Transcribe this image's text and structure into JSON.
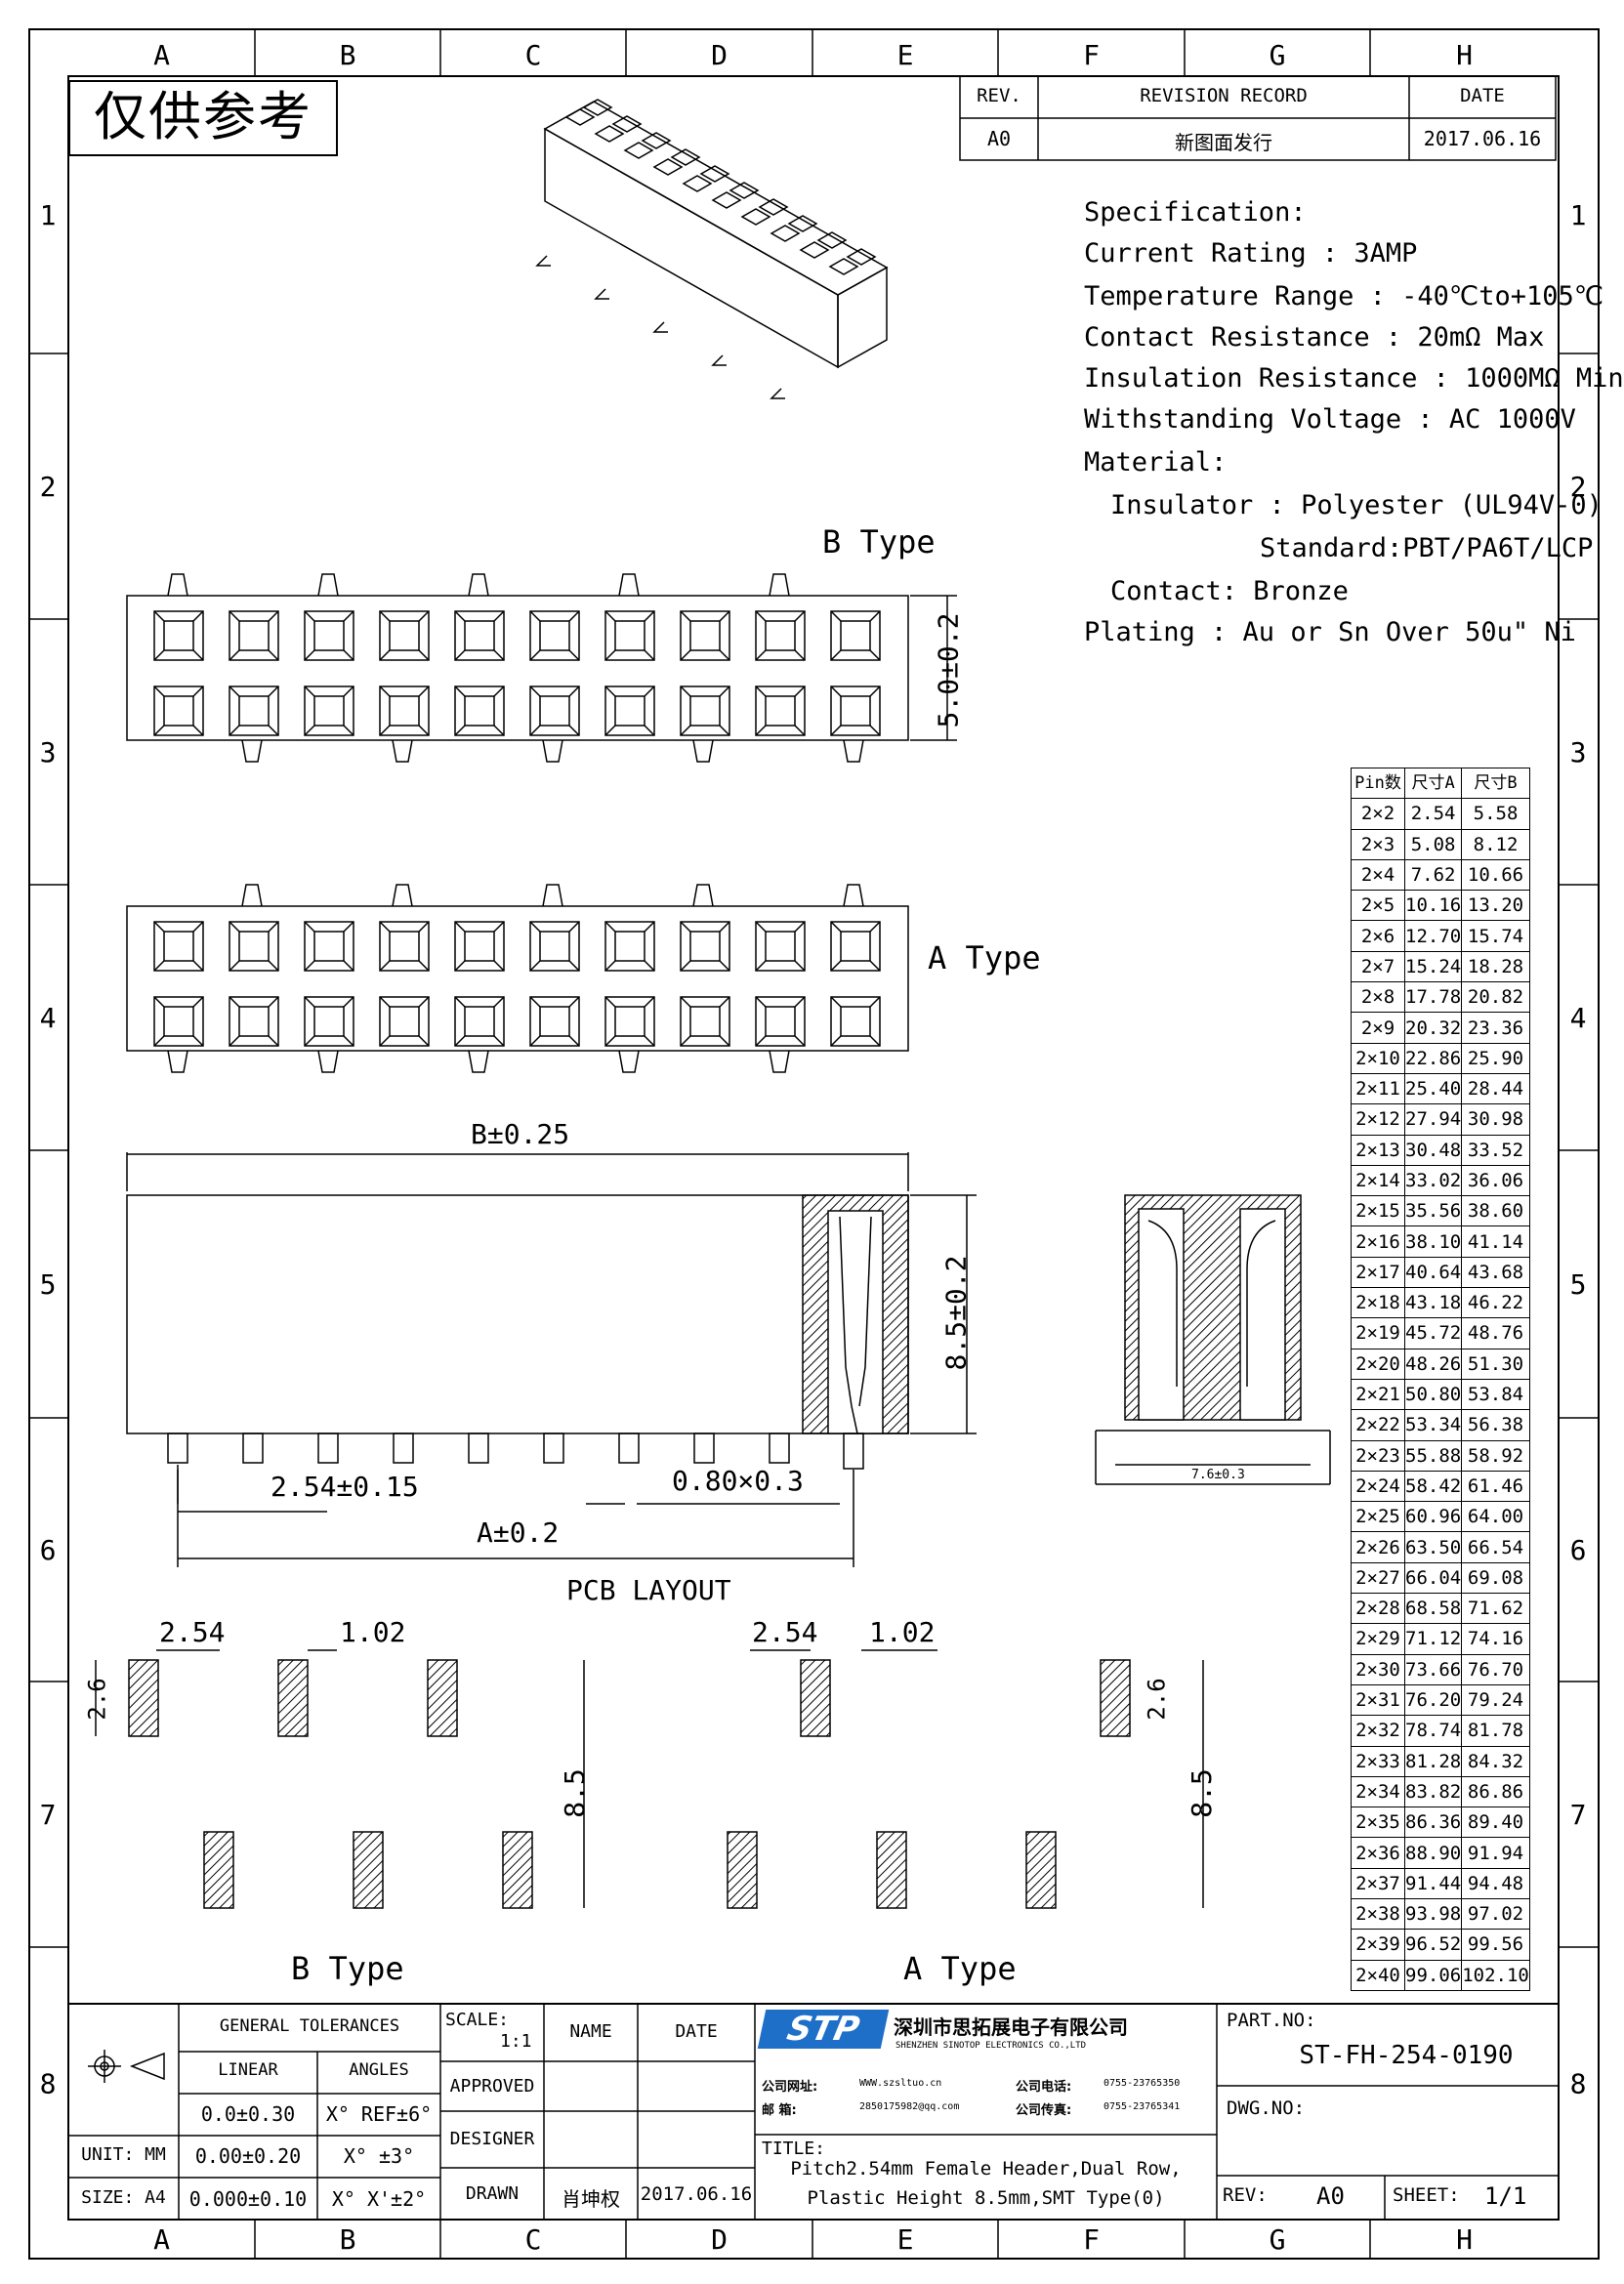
{
  "stamp": "仅供参考",
  "grid": {
    "columns": [
      "A",
      "B",
      "C",
      "D",
      "E",
      "F",
      "G",
      "H"
    ],
    "rows": [
      "1",
      "2",
      "3",
      "4",
      "5",
      "6",
      "7",
      "8"
    ]
  },
  "revision": {
    "rev_header": "REV.",
    "record_header": "REVISION RECORD",
    "date_header": "DATE",
    "rev": "A0",
    "record": "新图面发行",
    "date": "2017.06.16"
  },
  "specification": {
    "title": "Specification:",
    "current_rating": "Current Rating : 3AMP",
    "temperature_range": "Temperature Range : -40℃to+105℃",
    "contact_resistance": "Contact Resistance : 20mΩ Max",
    "insulation_resistance": "Insulation Resistance : 1000MΩ Min",
    "withstanding_voltage": "Withstanding Voltage : AC 1000V",
    "material": "Material:",
    "insulator": "Insulator : Polyester (UL94V-0)",
    "standard": "Standard:PBT/PA6T/LCP",
    "contact": "Contact: Bronze",
    "plating": "Plating : Au or Sn Over 50u\" Ni"
  },
  "views": {
    "b_type": "B Type",
    "a_type": "A Type",
    "height_tol": "5.0±0.2",
    "b_dim": "B±0.25",
    "height_dim": "8.5±0.2",
    "pitch_dim": "2.54±0.15",
    "pin_dim": "0.80×0.3",
    "a_dim": "A±0.2",
    "side_width": "7.6±0.3"
  },
  "pcb": {
    "title": "PCB LAYOUT",
    "pitch": "2.54",
    "pad_width": "1.02",
    "pad_length": "2.6",
    "row_spacing": "8.5",
    "b_type": "B Type",
    "a_type": "A Type"
  },
  "dimension_table": {
    "headers": [
      "Pin数",
      "尺寸A",
      "尺寸B"
    ],
    "rows": [
      [
        "2×2",
        "2.54",
        "5.58"
      ],
      [
        "2×3",
        "5.08",
        "8.12"
      ],
      [
        "2×4",
        "7.62",
        "10.66"
      ],
      [
        "2×5",
        "10.16",
        "13.20"
      ],
      [
        "2×6",
        "12.70",
        "15.74"
      ],
      [
        "2×7",
        "15.24",
        "18.28"
      ],
      [
        "2×8",
        "17.78",
        "20.82"
      ],
      [
        "2×9",
        "20.32",
        "23.36"
      ],
      [
        "2×10",
        "22.86",
        "25.90"
      ],
      [
        "2×11",
        "25.40",
        "28.44"
      ],
      [
        "2×12",
        "27.94",
        "30.98"
      ],
      [
        "2×13",
        "30.48",
        "33.52"
      ],
      [
        "2×14",
        "33.02",
        "36.06"
      ],
      [
        "2×15",
        "35.56",
        "38.60"
      ],
      [
        "2×16",
        "38.10",
        "41.14"
      ],
      [
        "2×17",
        "40.64",
        "43.68"
      ],
      [
        "2×18",
        "43.18",
        "46.22"
      ],
      [
        "2×19",
        "45.72",
        "48.76"
      ],
      [
        "2×20",
        "48.26",
        "51.30"
      ],
      [
        "2×21",
        "50.80",
        "53.84"
      ],
      [
        "2×22",
        "53.34",
        "56.38"
      ],
      [
        "2×23",
        "55.88",
        "58.92"
      ],
      [
        "2×24",
        "58.42",
        "61.46"
      ],
      [
        "2×25",
        "60.96",
        "64.00"
      ],
      [
        "2×26",
        "63.50",
        "66.54"
      ],
      [
        "2×27",
        "66.04",
        "69.08"
      ],
      [
        "2×28",
        "68.58",
        "71.62"
      ],
      [
        "2×29",
        "71.12",
        "74.16"
      ],
      [
        "2×30",
        "73.66",
        "76.70"
      ],
      [
        "2×31",
        "76.20",
        "79.24"
      ],
      [
        "2×32",
        "78.74",
        "81.78"
      ],
      [
        "2×33",
        "81.28",
        "84.32"
      ],
      [
        "2×34",
        "83.82",
        "86.86"
      ],
      [
        "2×35",
        "86.36",
        "89.40"
      ],
      [
        "2×36",
        "88.90",
        "91.94"
      ],
      [
        "2×37",
        "91.44",
        "94.48"
      ],
      [
        "2×38",
        "93.98",
        "97.02"
      ],
      [
        "2×39",
        "96.52",
        "99.56"
      ],
      [
        "2×40",
        "99.06",
        "102.10"
      ]
    ]
  },
  "title_block": {
    "general_tolerances": "GENERAL TOLERANCES",
    "linear": "LINEAR",
    "angles": "ANGLES",
    "tol_lin_1": "0.0±0.30",
    "tol_ang_1": "X° REF±6°",
    "unit": "UNIT: MM",
    "tol_lin_2": "0.00±0.20",
    "tol_ang_2": "X° ±3°",
    "size": "SIZE: A4",
    "tol_lin_3": "0.000±0.10",
    "tol_ang_3": "X° X'±2°",
    "scale_label": "SCALE:",
    "scale_value": "1:1",
    "name": "NAME",
    "date": "DATE",
    "approved": "APPROVED",
    "designer": "DESIGNER",
    "drawn": "DRAWN",
    "drawn_name": "肖坤权",
    "drawn_date": "2017.06.16",
    "logo": "STP",
    "company_cn": "深圳市思拓展电子有限公司",
    "company_en": "SHENZHEN SINOTOP ELECTRONICS CO.,LTD",
    "website_label": "公司网址:",
    "website": "WWW.szsltuo.cn",
    "email_label": "邮    箱:",
    "email": "2850175982@qq.com",
    "phone_label": "公司电话:",
    "phone": "0755-23765350",
    "fax_label": "公司传真:",
    "fax": "0755-23765341",
    "title_label": "TITLE:",
    "title_line1": "Pitch2.54mm Female Header,Dual Row,",
    "title_line2": "Plastic Height 8.5mm,SMT Type(0)",
    "part_no_label": "PART.NO:",
    "part_no": "ST-FH-254-0190",
    "dwg_no_label": "DWG.NO:",
    "rev_label": "REV:",
    "rev_value": "A0",
    "sheet_label": "SHEET:",
    "sheet_value": "1/1"
  }
}
